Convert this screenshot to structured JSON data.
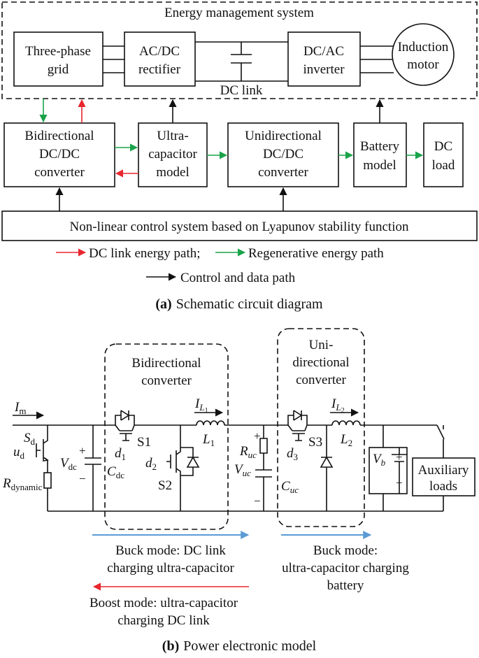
{
  "part_a": {
    "ems_label": "Energy management system",
    "grid": [
      "Three-phase",
      "grid"
    ],
    "rectifier": [
      "AC/DC",
      "rectifier"
    ],
    "dclink": "DC link",
    "inverter": [
      "DC/AC",
      "inverter"
    ],
    "motor": [
      "Induction",
      "motor"
    ],
    "bidir": [
      "Bidirectional",
      "DC/DC",
      "converter"
    ],
    "ultracap": [
      "Ultra-",
      "capacitor",
      "model"
    ],
    "unidir": [
      "Unidirectional",
      "DC/DC",
      "converter"
    ],
    "battery": [
      "Battery",
      "model"
    ],
    "dcload": [
      "DC",
      "load"
    ],
    "control": "Non-linear control system based on Lyapunov stability function",
    "legend_red": "DC link energy path;",
    "legend_green": "Regenerative energy path",
    "legend_black": "Control and data path",
    "caption_letter": "(a)",
    "caption_text": "Schematic circuit diagram",
    "colors": {
      "red": "#e8262d",
      "green": "#1aa34a",
      "black": "#111111"
    }
  },
  "part_b": {
    "bidir_label": [
      "Bidirectional",
      "converter"
    ],
    "unidir_label": [
      "Uni-",
      "directional",
      "converter"
    ],
    "Im": "I",
    "Im_sub": "m",
    "Sd": "S",
    "Sd_sub": "d",
    "ud": "u",
    "ud_sub": "d",
    "Rdyn": "R",
    "Rdyn_sub": "dynamic",
    "Vdc": "V",
    "Vdc_sub": "dc",
    "Cdc": "C",
    "Cdc_sub": "dc",
    "d1": "d",
    "d1_sub": "1",
    "S1": "S1",
    "d2": "d",
    "d2_sub": "2",
    "S2": "S2",
    "IL1": "I",
    "IL1_sub": "L",
    "IL1_sub2": "1",
    "L1": "L",
    "L1_sub": "1",
    "Ruc": "R",
    "Ruc_sub": "uc",
    "Vuc": "V",
    "Vuc_sub": "uc",
    "Cuc": "C",
    "Cuc_sub": "uc",
    "d3": "d",
    "d3_sub": "3",
    "S3": "S3",
    "IL2": "I",
    "IL2_sub": "L",
    "IL2_sub2": "2",
    "L2": "L",
    "L2_sub": "2",
    "Vb": "V",
    "Vb_sub": "b",
    "aux": [
      "Auxiliary",
      "loads"
    ],
    "plus": "+",
    "minus": "−",
    "buck1": [
      "Buck mode: DC link",
      "charging ultra-capacitor"
    ],
    "boost1": [
      "Boost mode: ultra-capacitor",
      "charging DC link"
    ],
    "buck2": [
      "Buck mode:",
      "ultra-capacitor charging",
      "battery"
    ],
    "caption_letter": "(b)",
    "caption_text": "Power electronic model",
    "colors": {
      "blue": "#5b9bd5",
      "red": "#e8262d"
    }
  }
}
